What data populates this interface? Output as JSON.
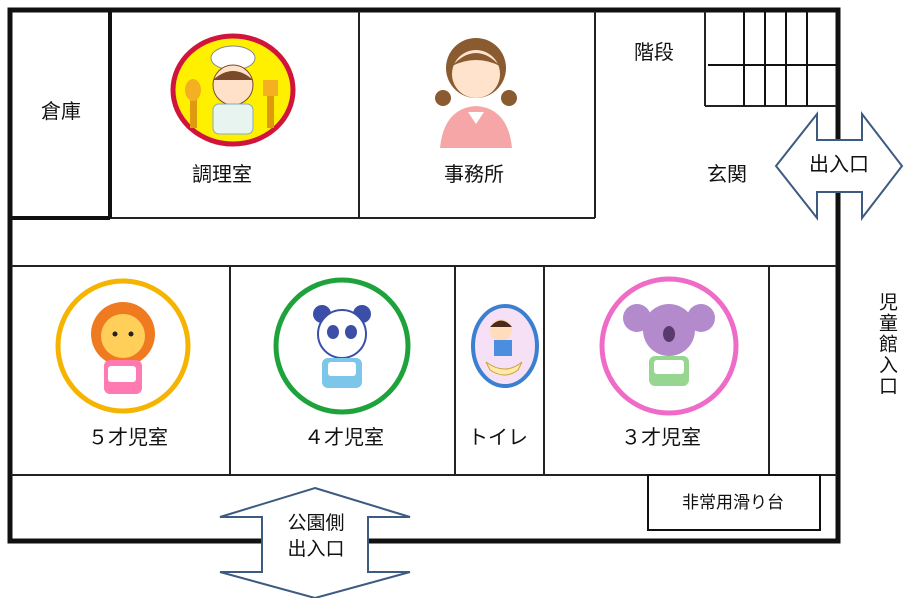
{
  "rooms": {
    "storage": "倉庫",
    "kitchen": "調理室",
    "office": "事務所",
    "stairs": "階段",
    "entrance": "玄関",
    "entrance_door": "出入口",
    "toilet": "トイレ",
    "room_5yo": "５才児室",
    "room_4yo": "４才児室",
    "room_3yo": "３才児室",
    "emergency_slide": "非常用滑り台",
    "park_side_line1": "公園側",
    "park_side_line2": "出入口",
    "childrens_hall_entrance": "児童館入口"
  },
  "colors": {
    "wall": "#111111",
    "arrow_stroke": "#3d5a80",
    "lion_ring": "#f5b400",
    "panda_ring": "#1ea33c",
    "toilet_ring": "#3b7fd0",
    "koala_ring": "#ee6cc8",
    "chef_ring": "#d0143c",
    "chef_fill": "#fff000"
  },
  "icons": [
    "chef-icon",
    "office-staff-icon",
    "lion-icon",
    "panda-icon",
    "toilet-boy-icon",
    "koala-icon",
    "stairs-icon"
  ]
}
